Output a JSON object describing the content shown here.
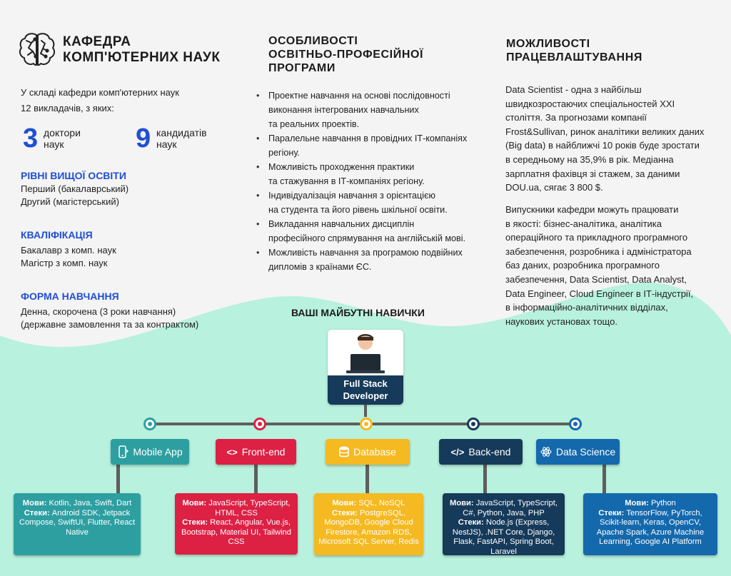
{
  "department": {
    "title_line1": "КАФЕДРА",
    "title_line2": "КОМП'ЮТЕРНИХ НАУК",
    "intro_line1": "У складі кафедри комп'ютерних наук",
    "intro_line2": "12 викладачів, з яких:"
  },
  "stats": [
    {
      "number": "3",
      "label_line1": "доктори",
      "label_line2": "наук"
    },
    {
      "number": "9",
      "label_line1": "кандидатів",
      "label_line2": "наук"
    }
  ],
  "education_levels": {
    "heading": "РІВНІ ВИЩОЇ ОСВІТИ",
    "items": [
      "Перший (бакалаврський)",
      "Другий (магістерський)"
    ]
  },
  "qualification": {
    "heading": "КВАЛІФІКАЦІЯ",
    "items": [
      "Бакалавр з комп. наук",
      "Магістр з комп. наук"
    ]
  },
  "study_form": {
    "heading": "ФОРМА НАВЧАННЯ",
    "items": [
      "Денна, скорочена (3 роки навчання)",
      "(державне замовлення та за контрактом)"
    ]
  },
  "program": {
    "heading_line1": "ОСОБЛИВОСТІ",
    "heading_line2": "ОСВІТНЬО-ПРОФЕСІЙНОЇ",
    "heading_line3": "ПРОГРАМИ",
    "bullets": [
      [
        "Проектне навчання на основі послідовності",
        "виконання інтегрованих навчальних",
        "та реальних проектів."
      ],
      [
        "Паралельне навчання в провідних ІТ-компаніях",
        "регіону."
      ],
      [
        "Можливість проходження практики",
        "та стажування в ІТ-компаніях регіону."
      ],
      [
        "Індивідуалізація навчання з орієнтацією",
        "на студента та його рівень шкільної освіти."
      ],
      [
        "Викладання навчальних дисциплін",
        "професійного спрямування на англійській мові."
      ],
      [
        "Можливість навчання за програмою подвійних",
        "дипломів з країнами ЄС."
      ]
    ]
  },
  "employment": {
    "heading_line1": "МОЖЛИВОСТІ",
    "heading_line2": "ПРАЦЕВЛАШТУВАННЯ",
    "para1": [
      "Data Scientist - одна з найбільш",
      "швидкозростаючих спеціальностей ХХІ",
      "століття. За прогнозами компанії",
      "Frost&Sullivan, ринок аналітики великих даних",
      "(Big data) в найближчі 10 років буде зростати",
      "в середньому на 35,9% в рік. Медіанна",
      "зарплатня фахівця зі стажем, за даними",
      "DOU.ua, сягає 3 800 $."
    ],
    "para2": [
      "Випускники кафедри можуть працювати",
      "в якості: бізнес-аналітика, аналітика",
      "операційного та прикладного програмного",
      "забезпечення, розробника і адміністратора",
      "баз даних, розробника програмного",
      "забезпечення, Data Scientist, Data Analyst,",
      "Data Engineer, Cloud Engineer в ІТ-індустрії,",
      "в інформаційно-аналітичних відділах,",
      "наукових установах тощо."
    ]
  },
  "skills": {
    "heading": "ВАШІ МАЙБУТНІ НАВИЧКИ",
    "role_line1": "Full Stack",
    "role_line2": "Developer",
    "branches": [
      {
        "name": "Mobile App",
        "icon": "mobile-icon",
        "color": "#2e9fa1",
        "node_color": "#2e9fa1",
        "langs_label": "Мови:",
        "langs": " Kotlin, Java, Swift, Dart",
        "stacks_label": "Стеки:",
        "stacks": " Android SDK, Jetpack Compose, SwiftUI, Flutter, React Native"
      },
      {
        "name": "Front-end",
        "icon": "code-brackets-icon",
        "color": "#dc2145",
        "node_color": "#dc2145",
        "langs_label": "Мови:",
        "langs": " JavaScript, TypeScript, HTML, CSS",
        "stacks_label": "Стеки:",
        "stacks": " React, Angular, Vue.js, Bootstrap, Material UI, Tailwind CSS"
      },
      {
        "name": "Database",
        "icon": "database-icon",
        "color": "#f5b921",
        "node_color": "#f5b921",
        "langs_label": "Мови:",
        "langs": " SQL, NoSQL",
        "stacks_label": "Стеки:",
        "stacks": " PostgreSQL, MongoDB, Google Cloud Firestore, Amazon RDS, Microsoft SQL Server, Redis"
      },
      {
        "name": "Back-end",
        "icon": "code-slash-icon",
        "color": "#163a5a",
        "node_color": "#163a5a",
        "langs_label": "Мови:",
        "langs": " JavaScript, TypeScript, C#, Python, Java, PHP",
        "stacks_label": "Стеки:",
        "stacks": " Node.js (Express, NestJS), .NET Core, Django, Flask, FastAPI, Spring Boot, Laravel"
      },
      {
        "name": "Data Science",
        "icon": "atom-icon",
        "color": "#1469ad",
        "node_color": "#1469ad",
        "langs_label": "Мови:",
        "langs": " Python",
        "stacks_label": "Стеки:",
        "stacks": " TensorFlow, PyTorch, Scikit-learn, Keras, OpenCV, Apache Spark, Azure Machine Learning, Google AI Platform"
      }
    ]
  },
  "colors": {
    "accent": "#1f4fd6",
    "mint": "#b8f1dd",
    "navy": "#163a5a"
  }
}
